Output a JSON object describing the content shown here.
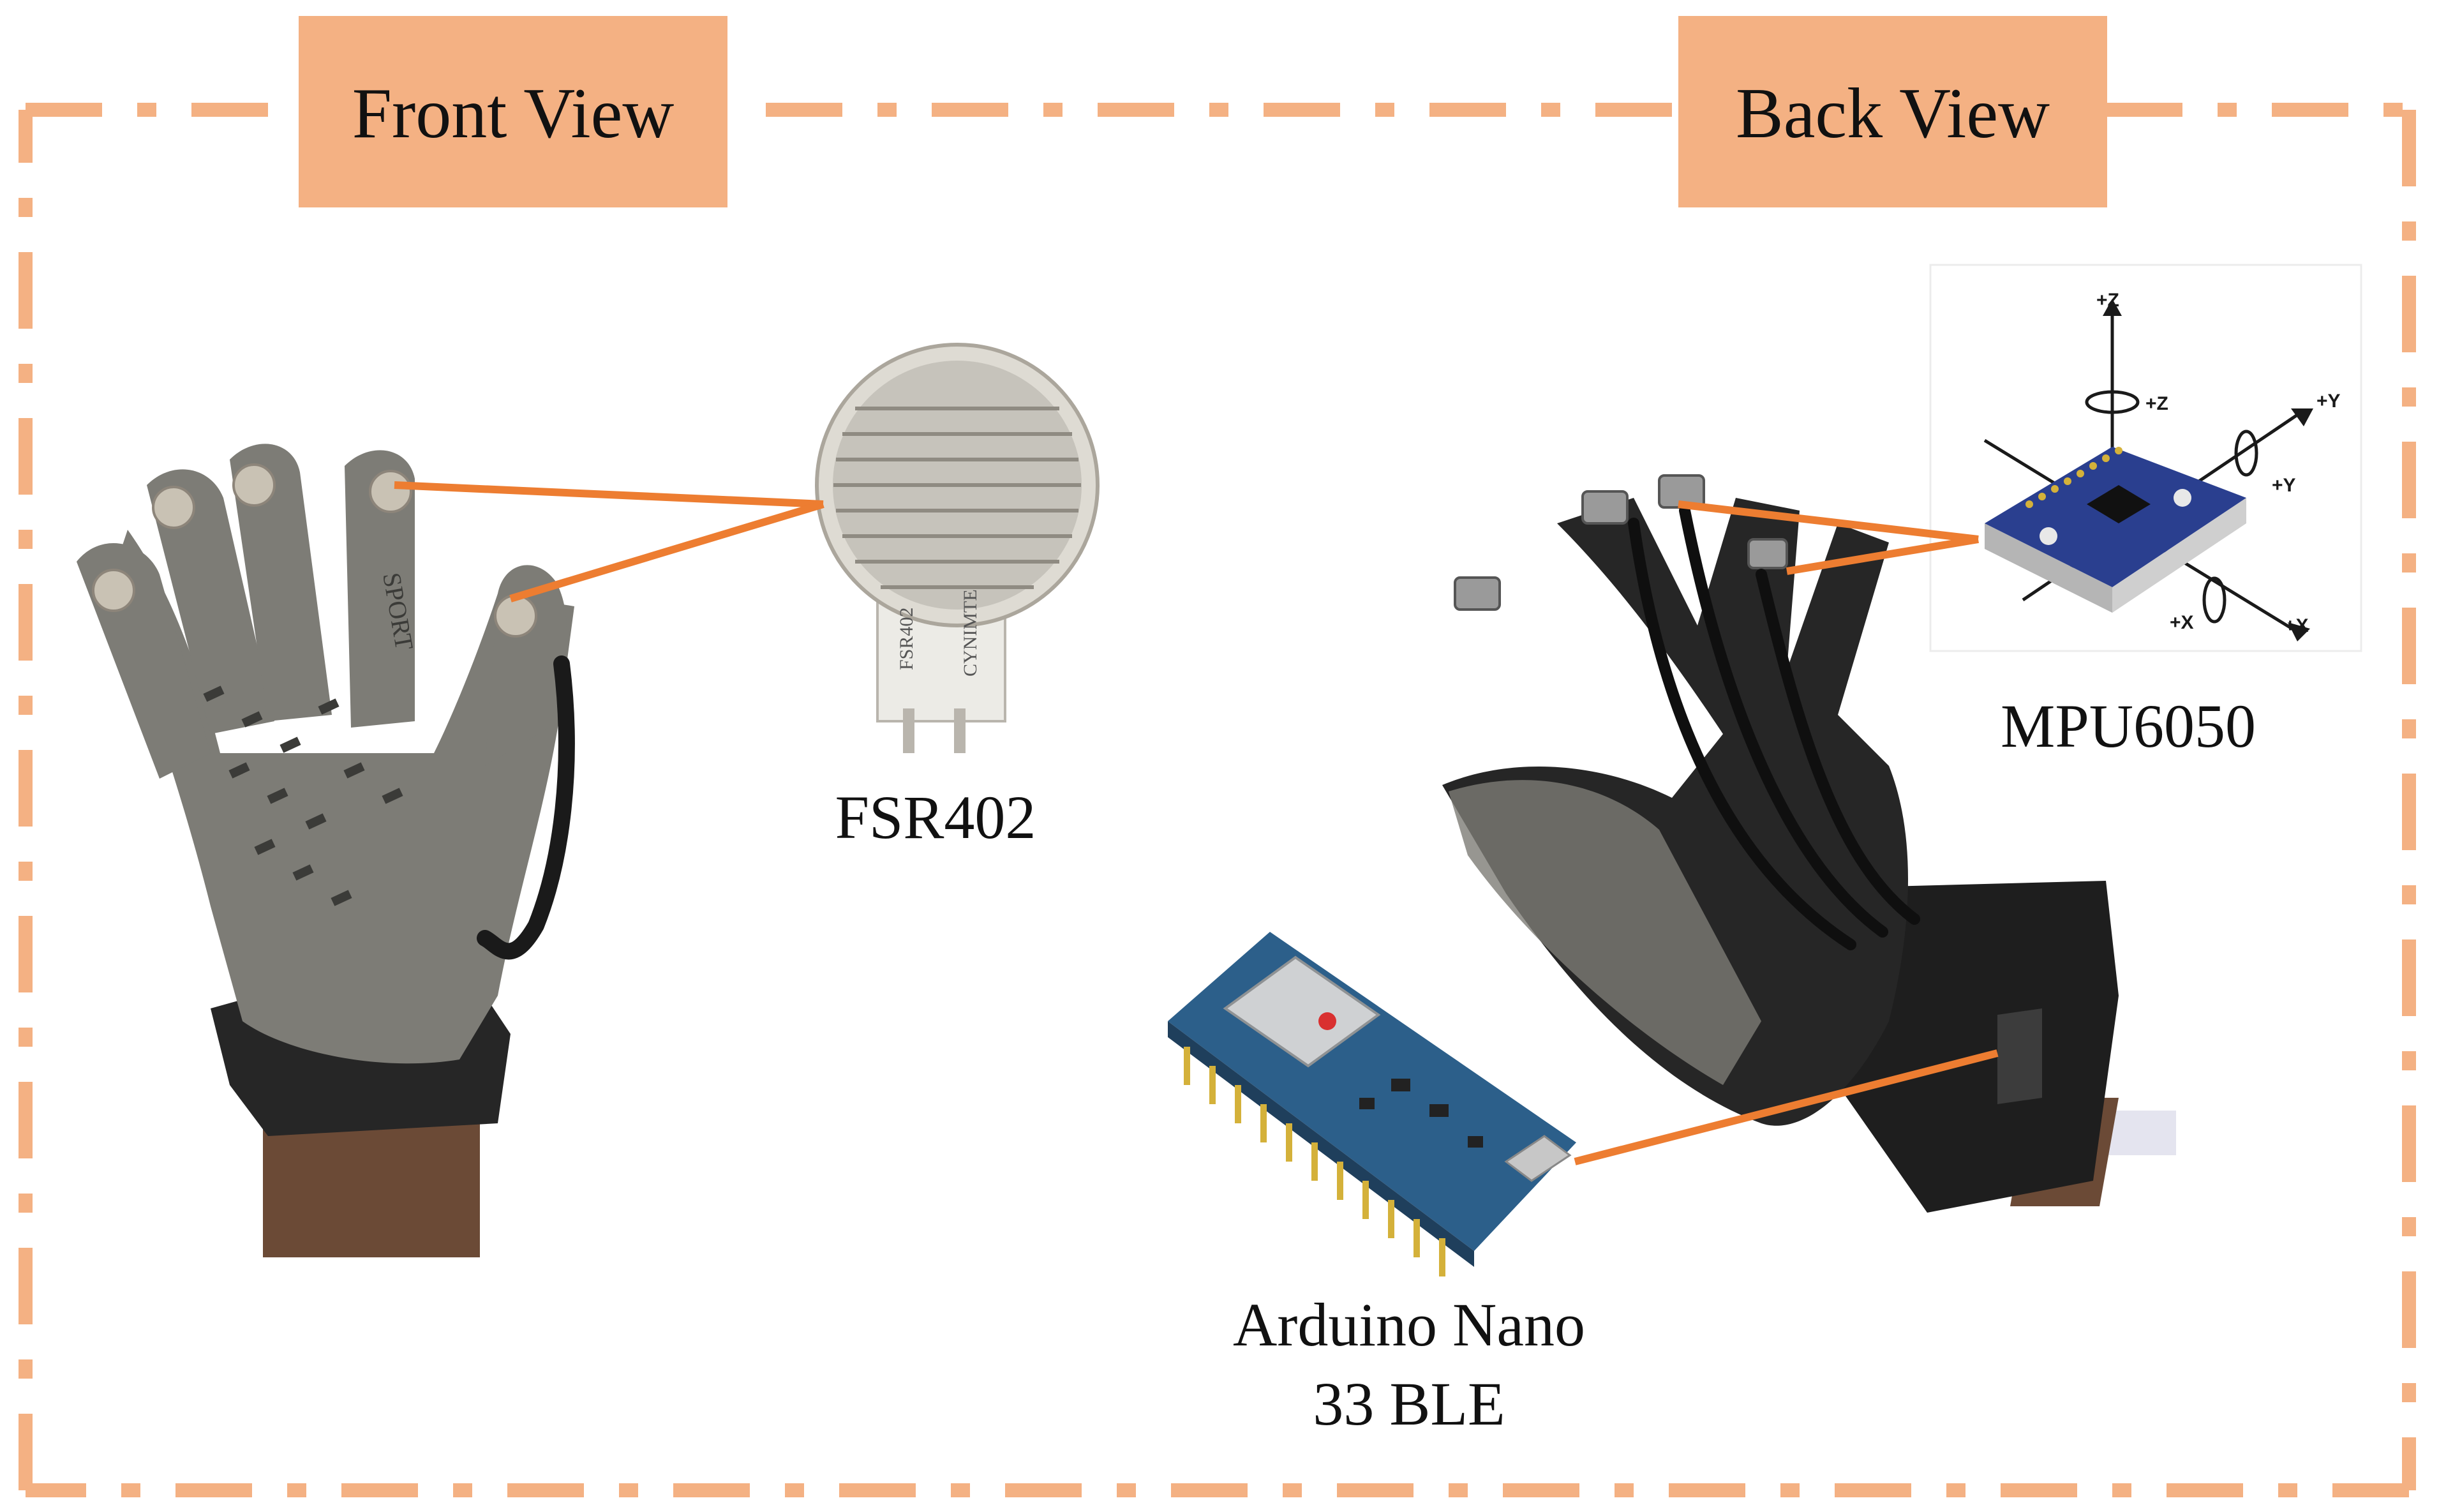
{
  "header": {
    "front_view_label": "Front View",
    "back_view_label": "Back View"
  },
  "components": {
    "fsr_label": "FSR402",
    "fsr_printed_brand": "CYNIMTE",
    "fsr_printed_code": "FSR402",
    "mpu_label": "MPU6050",
    "arduino_label_line1": "Arduino Nano",
    "arduino_label_line2": "33 BLE"
  },
  "axes": {
    "z1": "+Z",
    "z2": "+Z",
    "y1": "+Y",
    "y2": "+Y",
    "x1": "+X",
    "x2": "+X"
  },
  "glove": {
    "front_print": "SPORT"
  },
  "colors": {
    "accent": "#f4b183",
    "leader_line": "#ed7d31",
    "dash_border": "#f4b183",
    "glove_grey": "#7d7c76",
    "glove_black": "#262626",
    "board_blue": "#2a3f8f",
    "arduino_blue": "#2c5f8a"
  }
}
